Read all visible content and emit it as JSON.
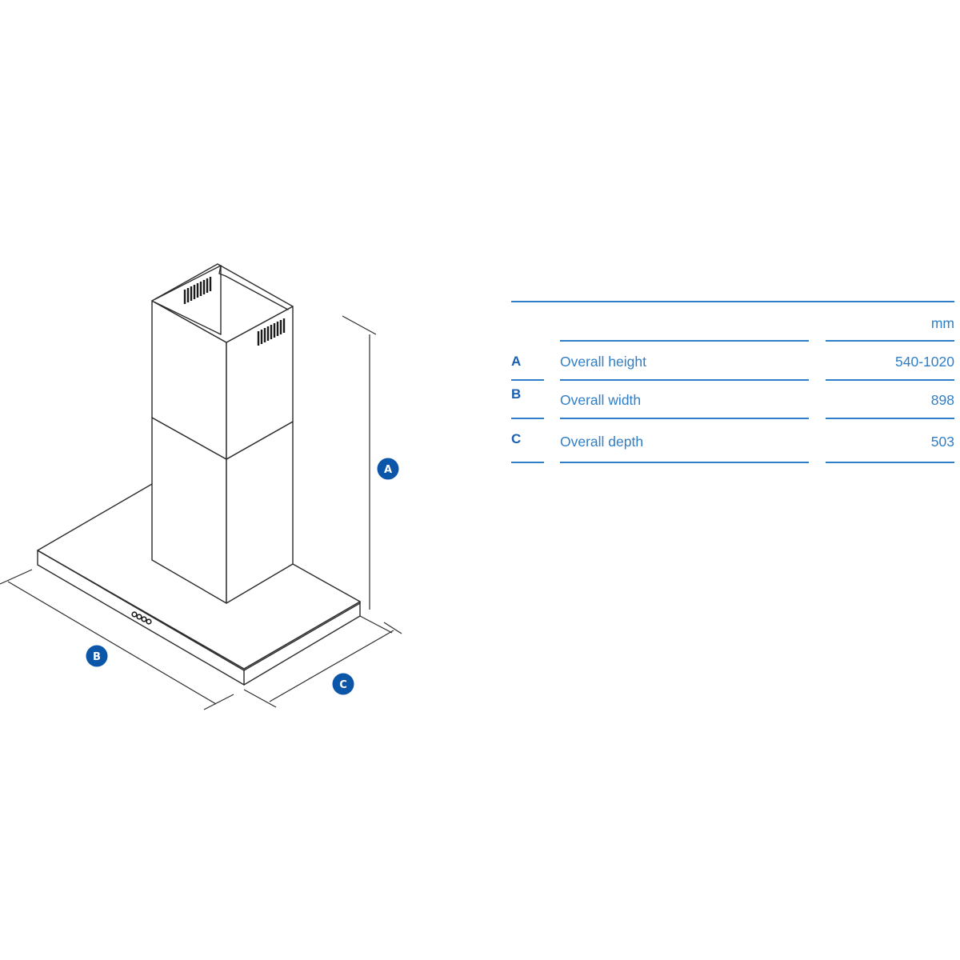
{
  "colors": {
    "accent": "#1a5fb0",
    "line": "#2f7fc8",
    "drawing_stroke": "#2b2b2b",
    "badge": "#0b56a8"
  },
  "dimensions": {
    "unit": "mm",
    "rows": [
      {
        "code": "A",
        "label": "Overall height",
        "value": "540-1020"
      },
      {
        "code": "B",
        "label": "Overall width",
        "value": "898"
      },
      {
        "code": "C",
        "label": "Overall depth",
        "value": "503"
      }
    ]
  },
  "callouts": {
    "a": "A",
    "b": "B",
    "c": "C"
  }
}
